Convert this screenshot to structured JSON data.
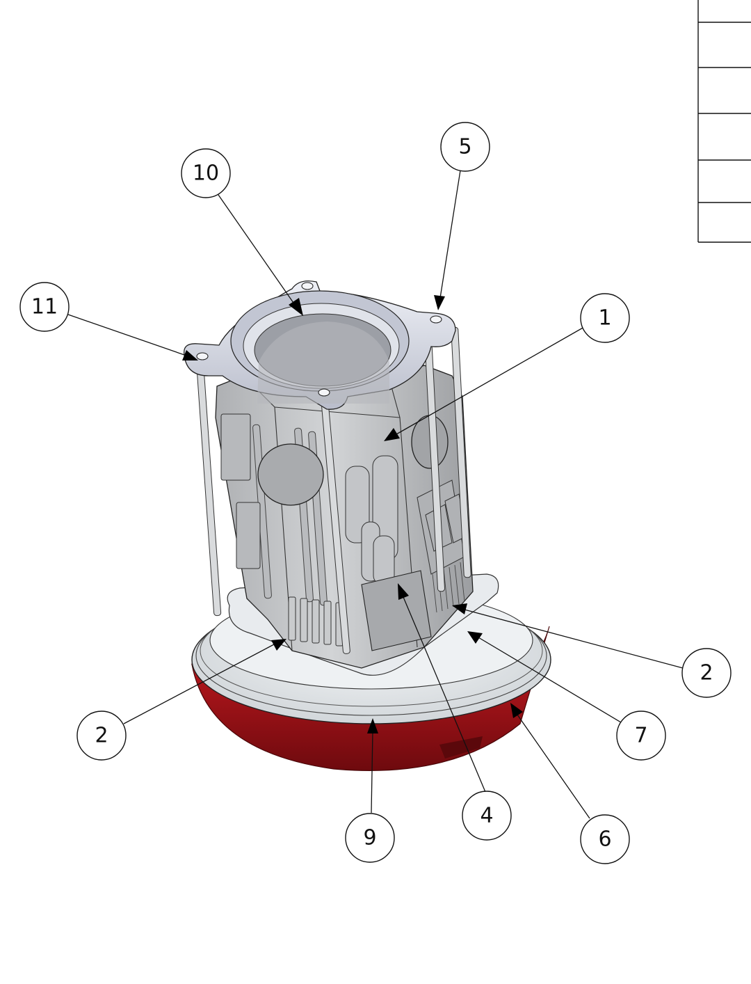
{
  "balloons": [
    {
      "label": "10"
    },
    {
      "label": "5"
    },
    {
      "label": "11"
    },
    {
      "label": "1"
    },
    {
      "label": "2"
    },
    {
      "label": "2"
    },
    {
      "label": "7"
    },
    {
      "label": "6"
    },
    {
      "label": "4"
    },
    {
      "label": "9"
    }
  ],
  "colors": {
    "base": "#b5141c",
    "base_dark": "#7e0b10",
    "body": "#c8cacc",
    "body_dark": "#9a9c9f",
    "plate": "#e4e7ec",
    "flange": "#d6d9e2",
    "ink": "#111111"
  }
}
